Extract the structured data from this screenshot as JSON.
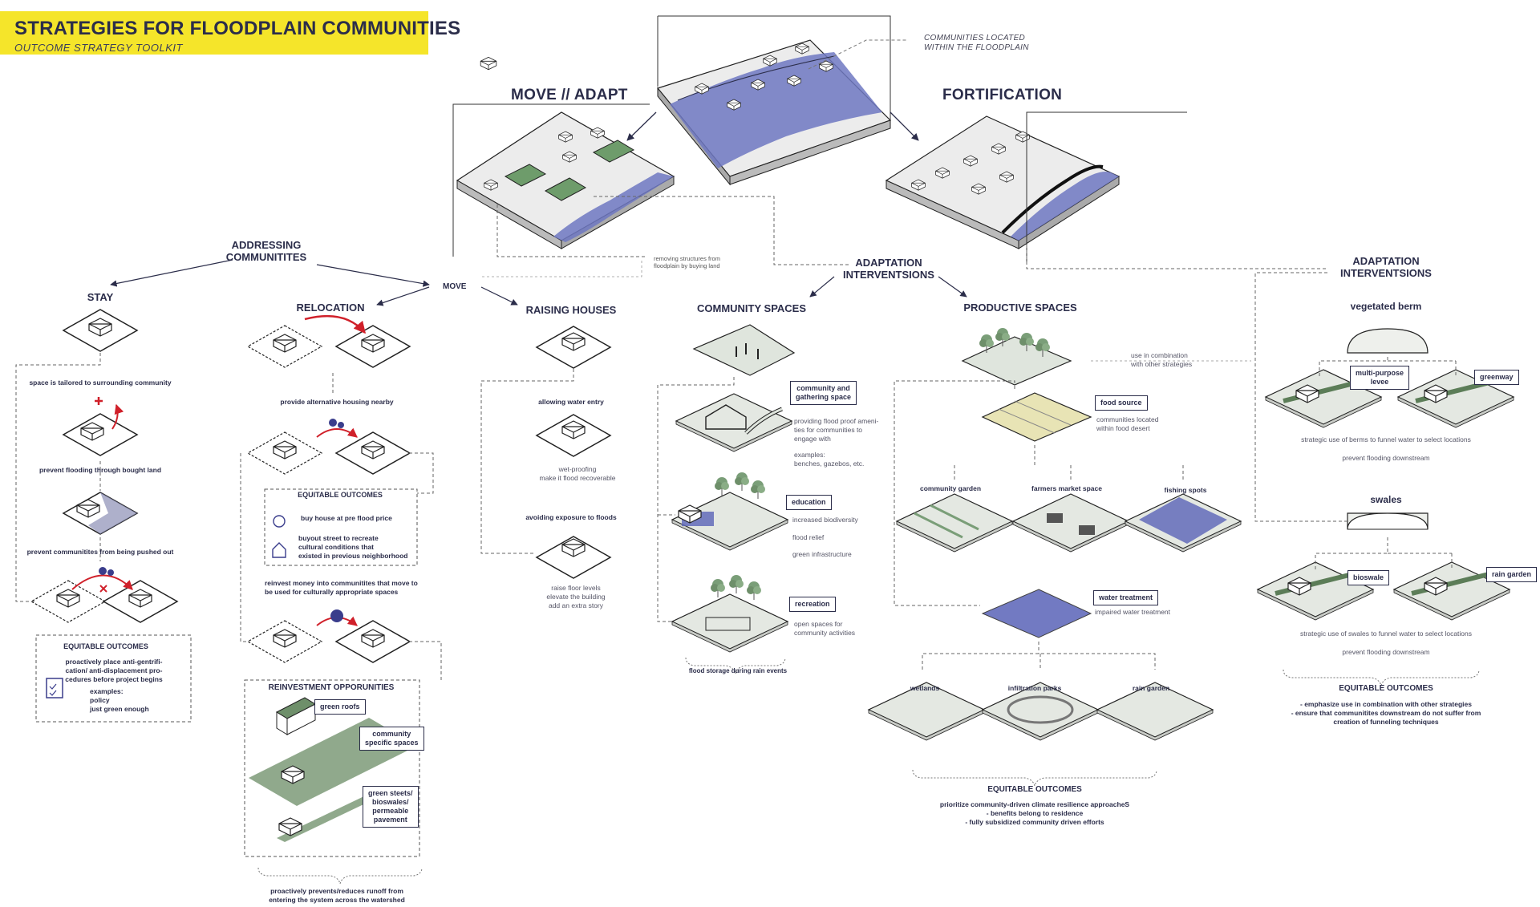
{
  "header": {
    "title": "STRATEGIES FOR FLOODPLAIN COMMUNITIES",
    "subtitle": "OUTCOME STRATEGY TOOLKIT"
  },
  "top": {
    "floodplain_note": "COMMUNITIES LOCATED\nWITHIN THE FLOODPLAIN",
    "move_adapt": "MOVE  //  ADAPT",
    "fortification": "FORTIFICATION",
    "removing_note": "removing structures from\nfloodplain by buying land"
  },
  "addressing": {
    "label": "ADDRESSING\nCOMMUNITITES",
    "move": "MOVE"
  },
  "stay": {
    "title": "STAY",
    "step1": "space is tailored to surrounding community",
    "step2": "prevent flooding through bought land",
    "step3": "prevent communitites from being pushed out",
    "eq_title": "EQUITABLE OUTCOMES",
    "eq_text": "proactively place anti-gentrifi-\ncation/ anti-displacement pro-\ncedures before project begins",
    "eq_examples": "examples:\npolicy\njust green enough"
  },
  "relocation": {
    "title": "RELOCATION",
    "step1": "provide alternative housing nearby",
    "eq_title": "EQUITABLE OUTCOMES",
    "eq_item1": "buy house at pre flood price",
    "eq_item2": "buyout street to recreate\ncultural conditions that\nexisted in previous neighborhood",
    "step2": "reinvest money into communitites that move to\nbe used for culturally appropriate spaces",
    "reinvest_title": "REINVESTMENT OPPORUNITIES",
    "callout_roofs": "green roofs",
    "callout_community": "community\nspecific spaces",
    "callout_streets": "green steets/\nbioswales/\npermeable\npavement",
    "bottom": "proactively prevents/reduces runoff from\nentering the system across the watershed"
  },
  "raising": {
    "title": "RAISING HOUSES",
    "step1": "allowing water entry",
    "note1": "wet-proofing\nmake it flood recoverable",
    "step2": "avoiding exposure to floods",
    "note2": "raise floor levels\nelevate the building\nadd an extra story"
  },
  "adapt1": {
    "label": "ADAPTATION\nINTERVENTSIONS"
  },
  "community": {
    "title": "COMMUNITY SPACES",
    "callout_gathering": "community and\ngathering space",
    "gathering_note": "providing flood proof ameni-\nties for communities to\nengage with",
    "gathering_examples": "examples:\nbenches, gazebos, etc.",
    "callout_education": "education",
    "education_note1": "increased biodiversity",
    "education_note2": "flood relief",
    "education_note3": "green infrastructure",
    "callout_recreation": "recreation",
    "recreation_note": "open spaces for\ncommunity activities",
    "bottom": "flood storage during rain events"
  },
  "productive": {
    "title": "PRODUCTIVE SPACES",
    "combo_note": "use in combination\nwith other strategies",
    "callout_food": "food source",
    "food_note": "communities located\nwithin food desert",
    "garden": "community garden",
    "market": "farmers market space",
    "fishing": "fishing spots",
    "callout_water": "water treatment",
    "water_note": "impaired water treatment",
    "wetlands": "wetlands",
    "infiltration": "infiltration parks",
    "rain_garden": "rain garden",
    "eq_title": "EQUITABLE OUTCOMES",
    "eq_text": "prioritize community-driven climate resilience approacheS\n- benefits belong to residence\n- fully subsidized community driven efforts"
  },
  "adapt2": {
    "label": "ADAPTATION\nINTERVENTSIONS"
  },
  "fort": {
    "berm_title": "vegetated berm",
    "callout_levee": "multi-purpose\nlevee",
    "callout_greenway": "greenway",
    "berm_note1": "strategic use of berms to funnel water to select locations",
    "berm_note2": "prevent flooding downstream",
    "swales_title": "swales",
    "callout_bioswale": "bioswale",
    "callout_raingarden": "rain garden",
    "swales_note1": "strategic use of swales to funnel water to select locations",
    "swales_note2": "prevent flooding downstream",
    "eq_title": "EQUITABLE OUTCOMES",
    "eq_text": "- emphasize use in combination with other strategies\n- ensure that communitites downstream do not suffer from\ncreation of funneling techniques"
  },
  "colors": {
    "accent": "#f5e52a",
    "navy": "#2b2d4a",
    "water": "#5a63b8",
    "green": "#6e8f6a",
    "red": "#d0202a"
  }
}
